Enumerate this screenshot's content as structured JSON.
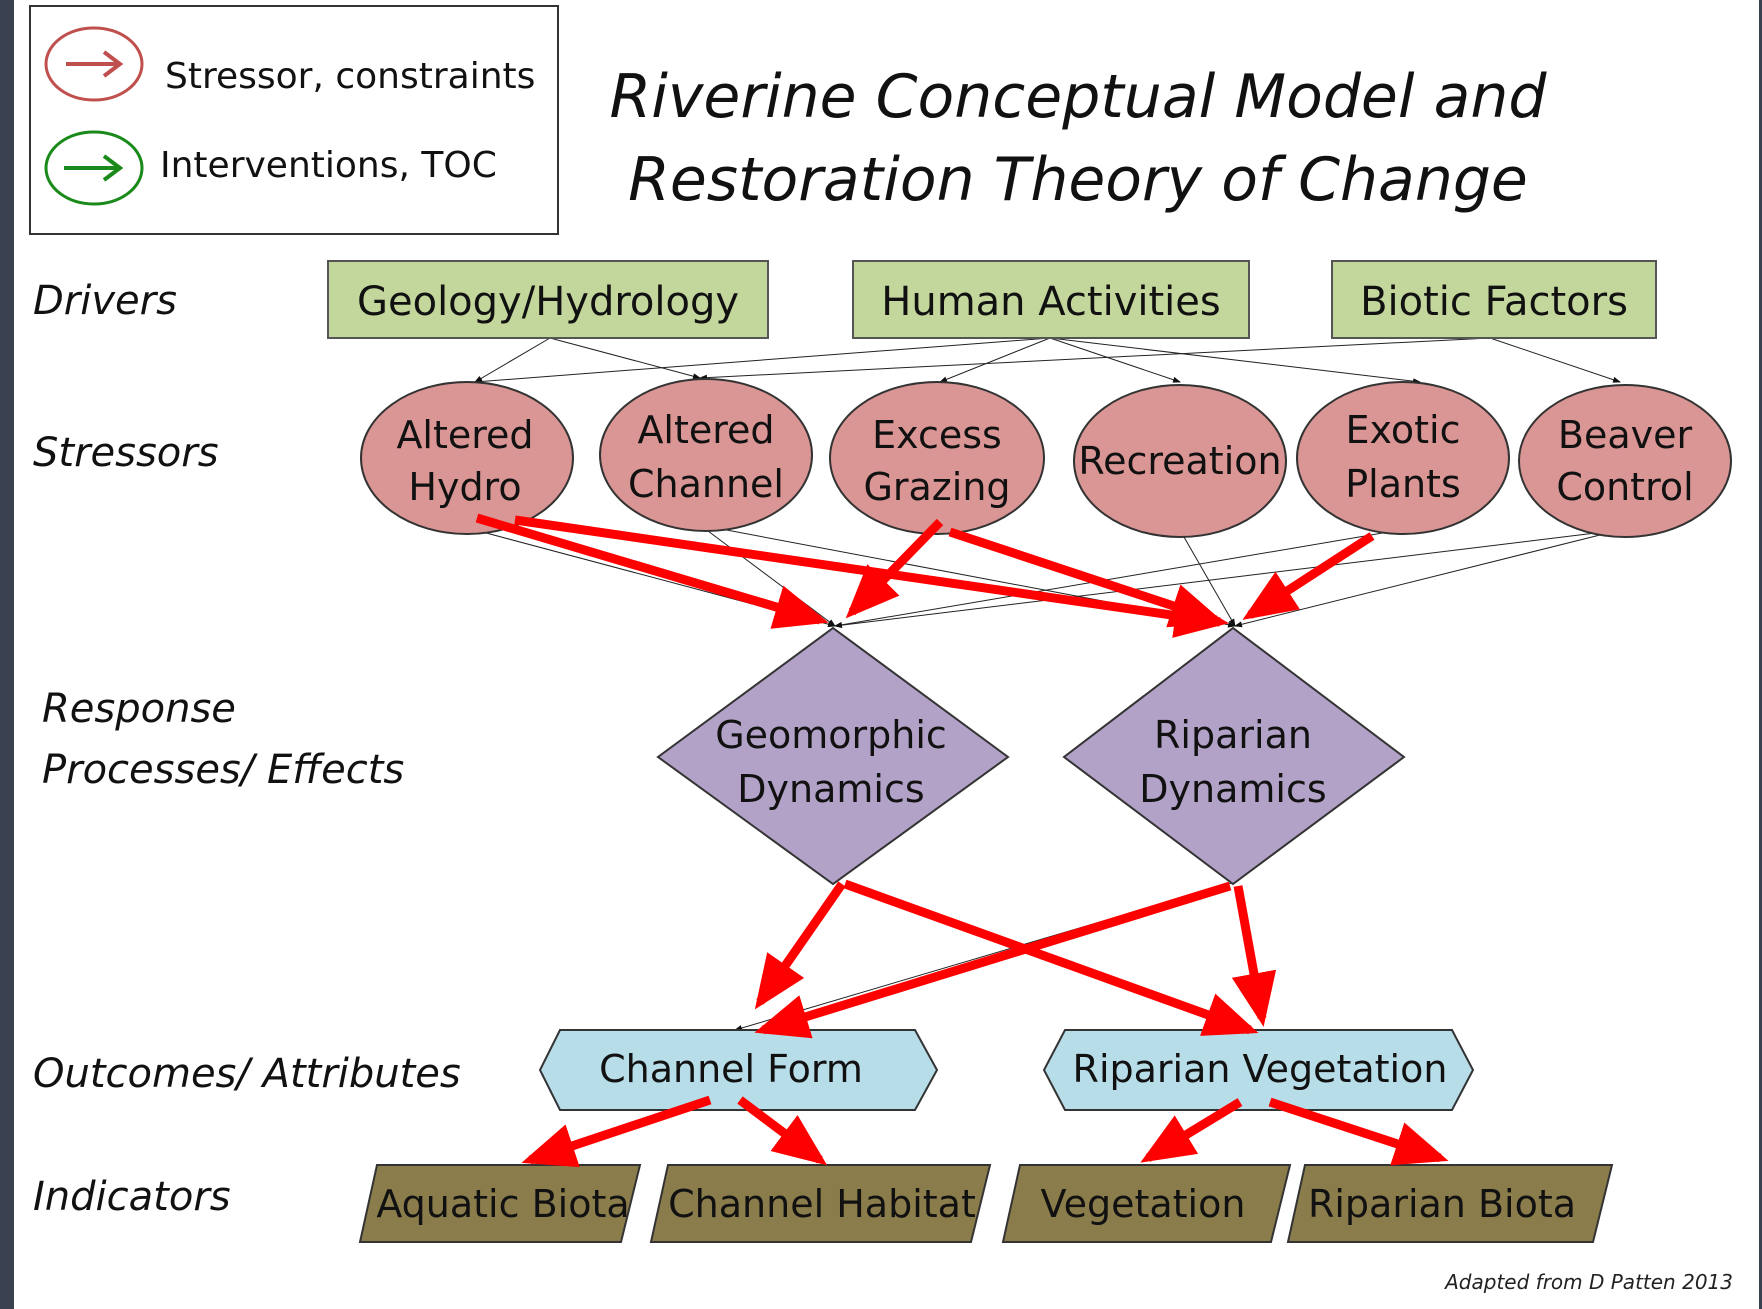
{
  "title": {
    "line1": "Riverine Conceptual Model and",
    "line2": "Restoration Theory of Change"
  },
  "legend": {
    "stressor_label": "Stressor, constraints",
    "intervention_label": "Interventions, TOC",
    "stressor_color": "#c0504d",
    "intervention_color": "#1a8a1a"
  },
  "row_labels": {
    "drivers": "Drivers",
    "stressors": "Stressors",
    "response_line1": "Response",
    "response_line2": "Processes/ Effects",
    "outcomes": "Outcomes/ Attributes",
    "indicators": "Indicators"
  },
  "drivers": [
    "Geology/Hydrology",
    "Human Activities",
    "Biotic Factors"
  ],
  "stressors": [
    {
      "line1": "Altered",
      "line2": "Hydro"
    },
    {
      "line1": "Altered",
      "line2": "Channel"
    },
    {
      "line1": "Excess",
      "line2": "Grazing"
    },
    {
      "line1": "Recreation",
      "line2": ""
    },
    {
      "line1": "Exotic",
      "line2": "Plants"
    },
    {
      "line1": "Beaver",
      "line2": "Control"
    }
  ],
  "responses": [
    {
      "line1": "Geomorphic",
      "line2": "Dynamics"
    },
    {
      "line1": "Riparian",
      "line2": "Dynamics"
    }
  ],
  "outcomes": [
    "Channel Form",
    "Riparian Vegetation"
  ],
  "indicators": [
    "Aquatic Biota",
    "Channel Habitat",
    "Vegetation",
    "Riparian Biota"
  ],
  "credit": "Adapted from D Patten 2013",
  "colors": {
    "driver_fill": "#c3d69b",
    "stressor_fill": "#d99694",
    "response_fill": "#b3a2c7",
    "outcome_fill": "#b7dde8",
    "indicator_fill": "#8b7d4b",
    "stress_arrow": "#ff0000"
  }
}
